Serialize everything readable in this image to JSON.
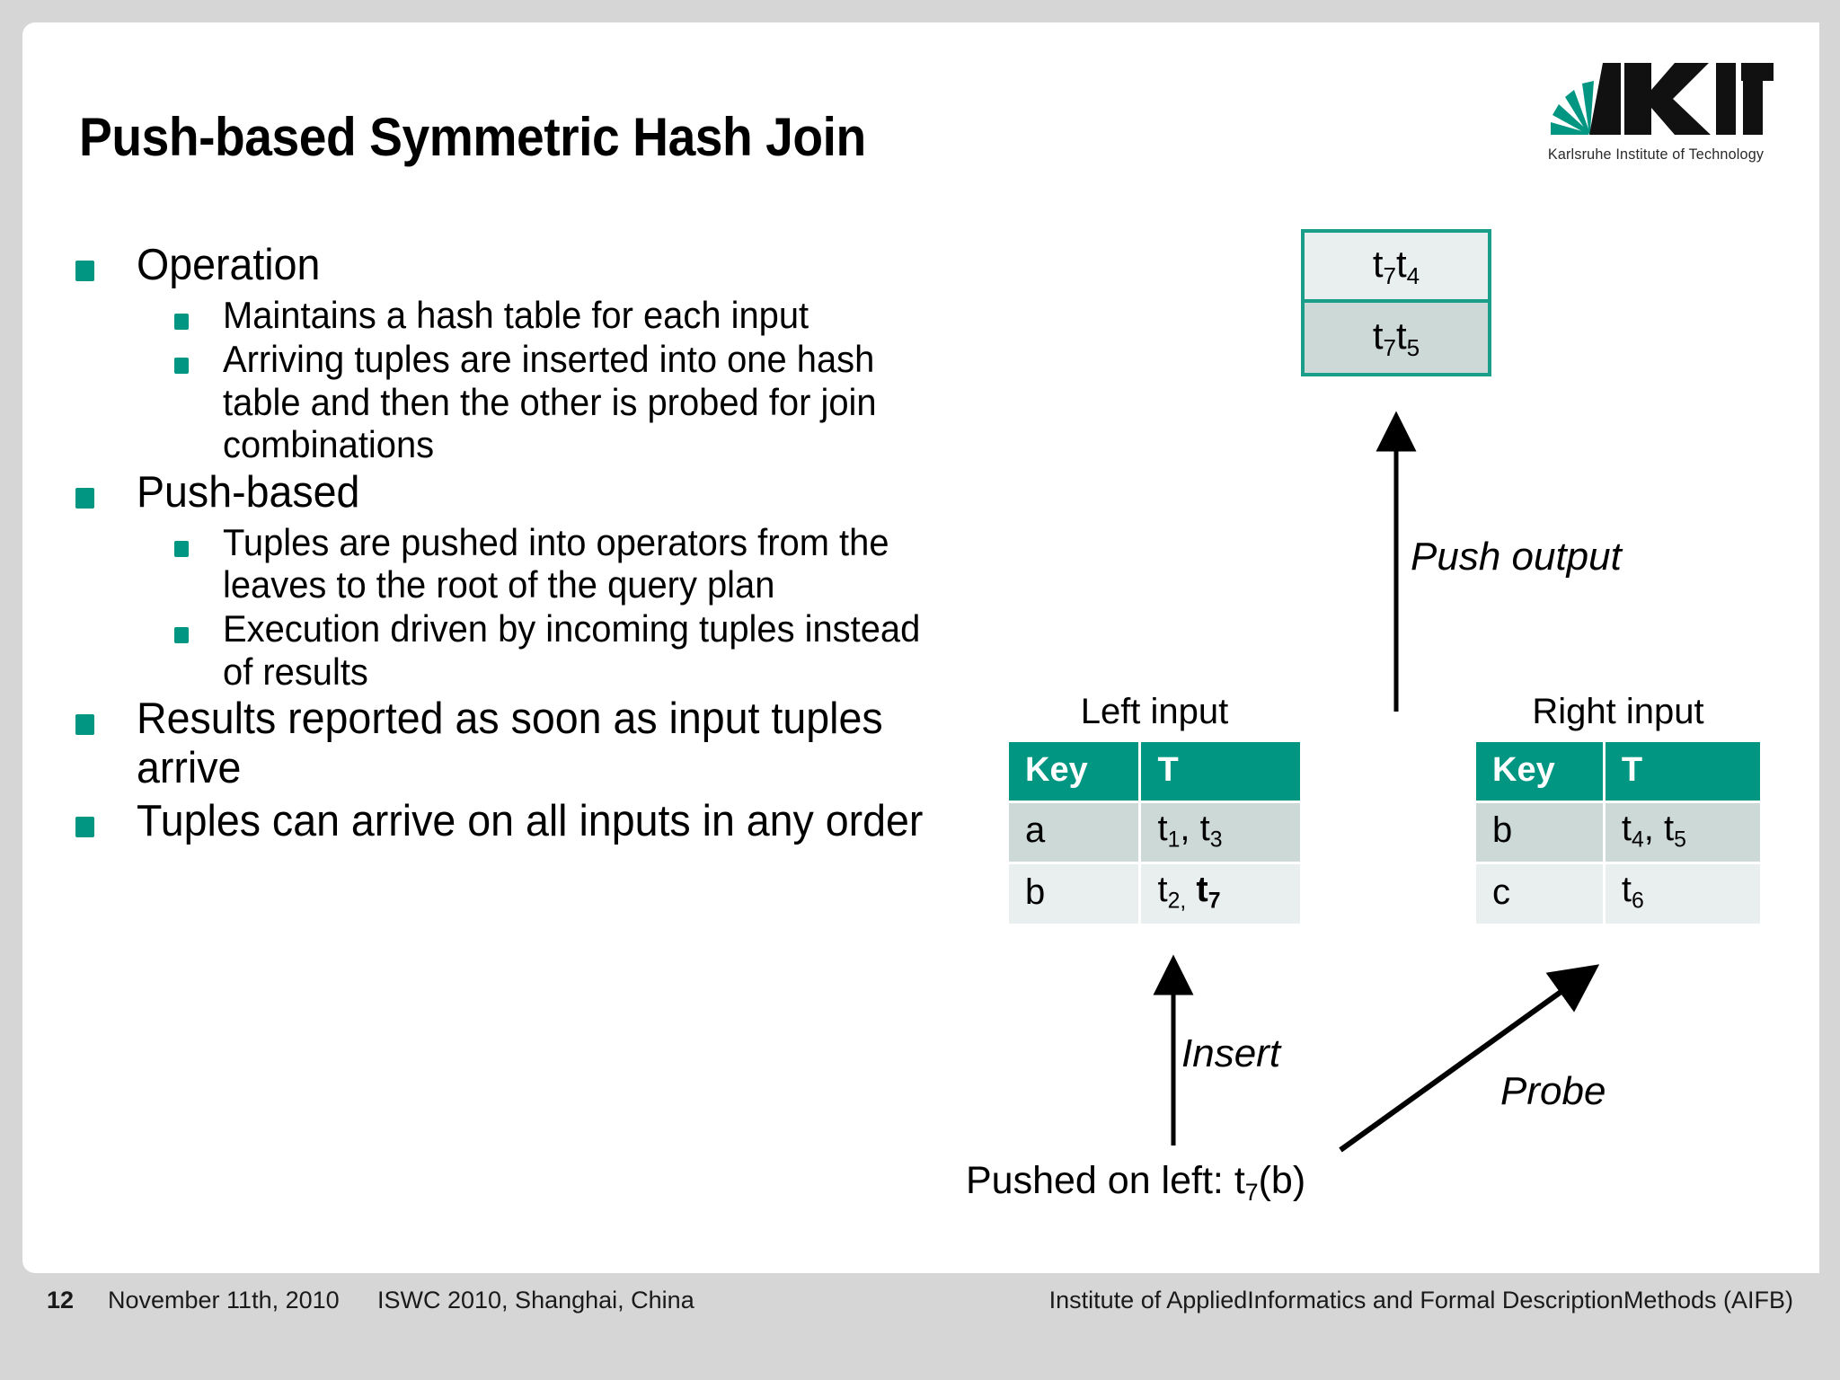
{
  "slide": {
    "title": "Push-based Symmetric Hash Join",
    "accent_green": "#009682",
    "border_teal": "#1a9e89",
    "cell_light": "#e9eeee",
    "cell_dark": "#ccd9d6",
    "page_background": "#d6d6d6"
  },
  "logo": {
    "wordmark": "KIT",
    "subtitle": "Karlsruhe Institute of Technology"
  },
  "bullets": [
    {
      "level": 1,
      "text": "Operation"
    },
    {
      "level": 2,
      "text": "Maintains a hash table for each input"
    },
    {
      "level": 2,
      "text": "Arriving tuples are inserted into one hash table and then the other is probed for join combinations"
    },
    {
      "level": 1,
      "text": "Push-based"
    },
    {
      "level": 2,
      "text": "Tuples are pushed into operators from the leaves to the root of the query plan"
    },
    {
      "level": 2,
      "text": "Execution driven by incoming tuples instead of results"
    },
    {
      "level": 1,
      "text": "Results reported as soon as input tuples arrive"
    },
    {
      "level": 1,
      "text": "Tuples can arrive on all inputs in any order"
    }
  ],
  "diagram": {
    "output_box": {
      "rows": [
        {
          "base_a": "t",
          "sub_a": "7",
          "base_b": "t",
          "sub_b": "4"
        },
        {
          "base_a": "t",
          "sub_a": "7",
          "base_b": "t",
          "sub_b": "5"
        }
      ]
    },
    "left_table": {
      "caption": "Left input",
      "headers": [
        "Key",
        "T"
      ],
      "rows": [
        {
          "key": "a",
          "tuples": [
            {
              "base": "t",
              "sub": "1",
              "bold": false,
              "sep": ", "
            },
            {
              "base": "t",
              "sub": "3",
              "bold": false,
              "sep": ""
            }
          ]
        },
        {
          "key": "b",
          "tuples": [
            {
              "base": "t",
              "sub": "2,",
              "bold": false,
              "sep": " "
            },
            {
              "base": "t",
              "sub": "7",
              "bold": true,
              "sep": ""
            }
          ]
        }
      ]
    },
    "right_table": {
      "caption": "Right input",
      "headers": [
        "Key",
        "T"
      ],
      "rows": [
        {
          "key": "b",
          "tuples": [
            {
              "base": "t",
              "sub": "4",
              "bold": false,
              "sep": ", "
            },
            {
              "base": "t",
              "sub": "5",
              "bold": false,
              "sep": ""
            }
          ]
        },
        {
          "key": "c",
          "tuples": [
            {
              "base": "t",
              "sub": "6",
              "bold": false,
              "sep": ""
            }
          ]
        }
      ]
    },
    "annotations": {
      "push_output": "Push output",
      "insert": "Insert",
      "probe": "Probe"
    },
    "pushed_label": {
      "prefix": "Pushed on left: t",
      "sub": "7",
      "suffix": "(b)"
    }
  },
  "footer": {
    "page_number": "12",
    "date": "November 11th, 2010",
    "event": "ISWC 2010, Shanghai, China",
    "institute": "Institute of AppliedInformatics and Formal DescriptionMethods (AIFB)"
  }
}
